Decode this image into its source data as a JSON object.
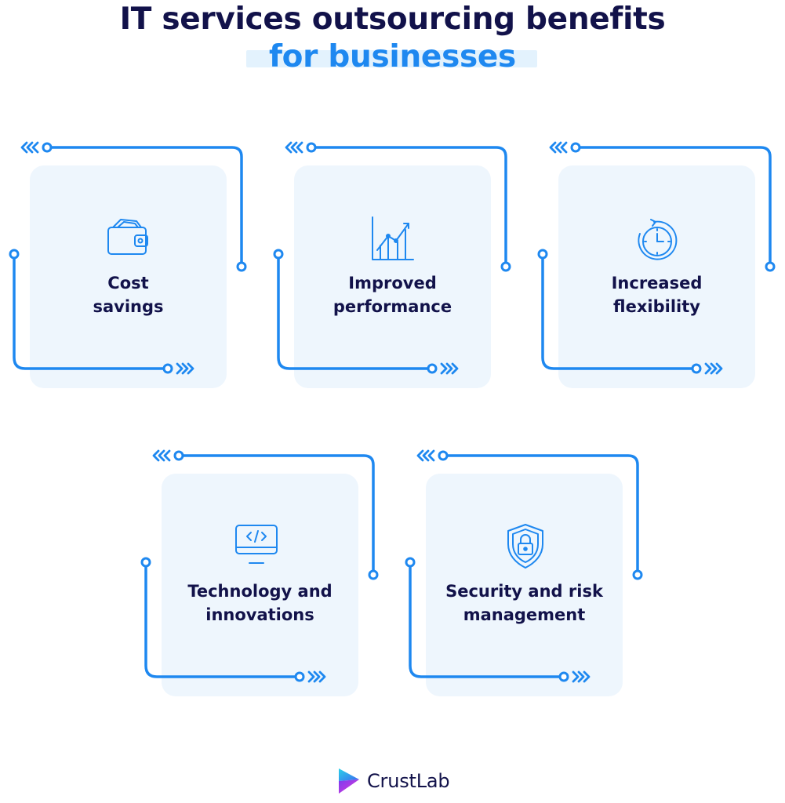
{
  "title": {
    "line1": "IT services outsourcing benefits",
    "line2": "for businesses"
  },
  "colors": {
    "accent": "#1e88f0",
    "navy": "#12124a",
    "card": "#eef6fd",
    "highlight": "#e3f2fd"
  },
  "cards": [
    {
      "line1": "Cost",
      "line2": "savings",
      "icon": "wallet-icon"
    },
    {
      "line1": "Improved",
      "line2": "performance",
      "icon": "growth-chart-icon"
    },
    {
      "line1": "Increased",
      "line2": "flexibility",
      "icon": "clock-icon"
    },
    {
      "line1": "Technology and",
      "line2": "innovations",
      "icon": "monitor-code-icon"
    },
    {
      "line1": "Security and risk",
      "line2": "management",
      "icon": "shield-lock-icon"
    }
  ],
  "brand": {
    "name": "CrustLab"
  }
}
